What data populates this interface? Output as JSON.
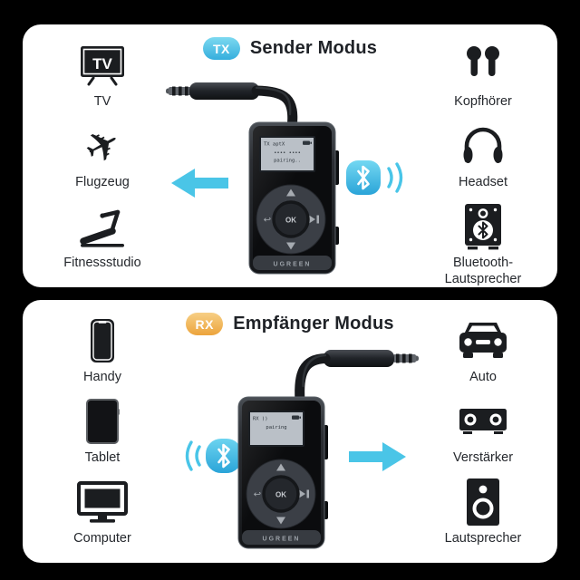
{
  "background_color": "#000000",
  "accent": {
    "cyan": "#4ac5e7",
    "orange": "#eca43c",
    "panel": "#ffffff",
    "ink": "#1b1d20"
  },
  "icons": {
    "airplane_glyph": "✈",
    "back_glyph": "↩"
  },
  "panels": [
    {
      "mode_badge": "TX",
      "title": "Sender Modus",
      "badge_color": "#35aedd",
      "arrow_direction": "left",
      "left_items": [
        {
          "icon": "tv-icon",
          "label": "TV"
        },
        {
          "icon": "airplane-icon",
          "label": "Flugzeug"
        },
        {
          "icon": "treadmill-icon",
          "label": "Fitnessstudio"
        }
      ],
      "right_items": [
        {
          "icon": "earbuds-icon",
          "label": "Kopfhörer"
        },
        {
          "icon": "headset-icon",
          "label": "Headset"
        },
        {
          "icon": "bluetooth-speaker-icon",
          "label": "Bluetooth-Lautsprecher"
        }
      ],
      "device": {
        "brand": "UGREEN",
        "screen_line1": "TX aptX",
        "screen_line2": "•••• ••••",
        "screen_line3": "pairing..",
        "ok_label": "OK",
        "tv_label": "TV"
      }
    },
    {
      "mode_badge": "RX",
      "title": "Empfänger Modus",
      "badge_color": "#eca43c",
      "arrow_direction": "right",
      "left_items": [
        {
          "icon": "phone-icon",
          "label": "Handy"
        },
        {
          "icon": "tablet-icon",
          "label": "Tablet"
        },
        {
          "icon": "monitor-icon",
          "label": "Computer"
        }
      ],
      "right_items": [
        {
          "icon": "car-icon",
          "label": "Auto"
        },
        {
          "icon": "amplifier-icon",
          "label": "Verstärker"
        },
        {
          "icon": "speaker-icon",
          "label": "Lautsprecher"
        }
      ],
      "device": {
        "brand": "UGREEN",
        "screen_line1": "RX ))",
        "screen_line2": "pairing",
        "screen_line3": "",
        "ok_label": "OK"
      }
    }
  ]
}
